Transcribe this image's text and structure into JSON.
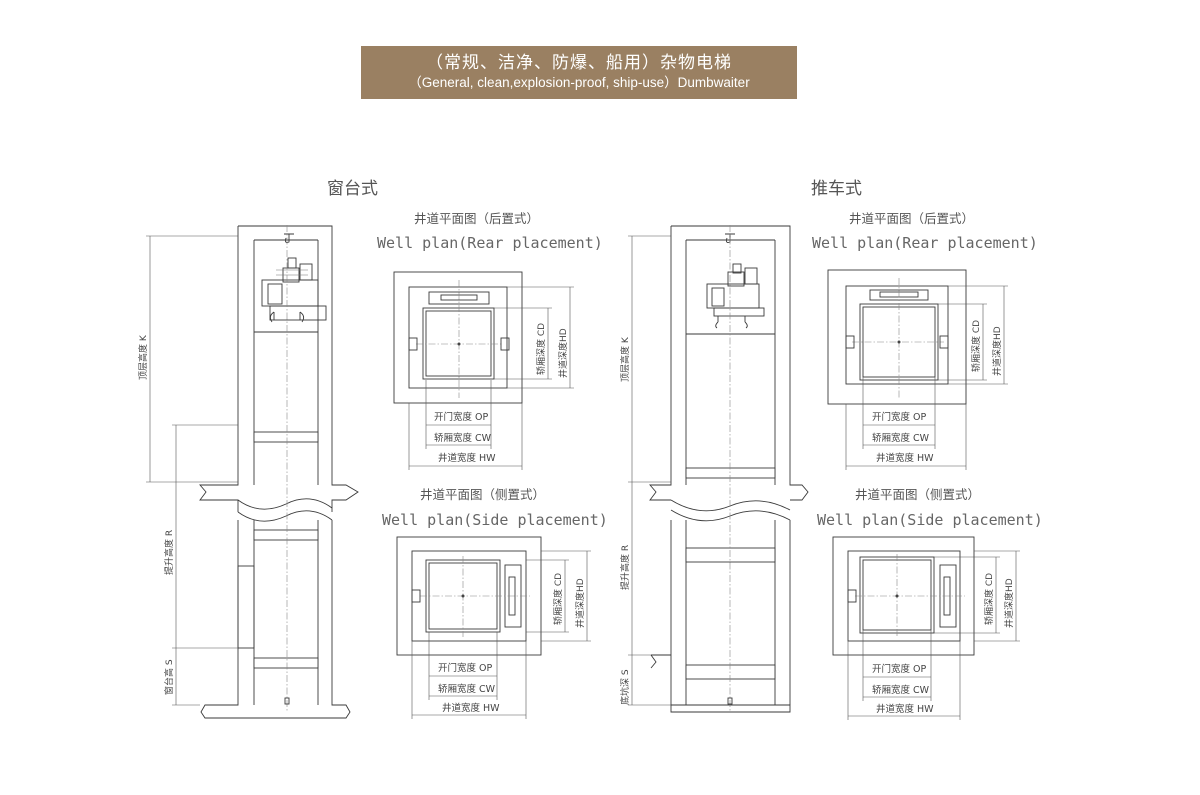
{
  "banner": {
    "title_zh": "（常规、洁净、防爆、船用）杂物电梯",
    "title_en": "（General, clean,explosion-proof, ship-use）Dumbwaiter"
  },
  "left": {
    "section_title": "窗台式",
    "elevation_labels": {
      "headroom": "顶层高度 K",
      "travel": "提升高度 R",
      "sill": "窗台高 S"
    },
    "rear_plan": {
      "title_zh": "井道平面图（后置式）",
      "title_en": "Well plan(Rear placement)",
      "dim_op": "开门宽度 OP",
      "dim_cw": "轿厢宽度 CW",
      "dim_hw": "井道宽度 HW",
      "dim_cd": "轿厢深度 CD",
      "dim_hd": "井道深度HD"
    },
    "side_plan": {
      "title_zh": "井道平面图（侧置式）",
      "title_en": "Well plan(Side placement)",
      "dim_op": "开门宽度 OP",
      "dim_cw": "轿厢宽度 CW",
      "dim_hw": "井道宽度 HW",
      "dim_cd": "轿厢深度 CD",
      "dim_hd": "井道深度HD"
    }
  },
  "right": {
    "section_title": "推车式",
    "elevation_labels": {
      "headroom": "顶层高度 K",
      "travel": "提升高度 R",
      "pit": "底坑深 S"
    },
    "rear_plan": {
      "title_zh": "井道平面图（后置式）",
      "title_en": "Well plan(Rear placement)",
      "dim_op": "开门宽度 OP",
      "dim_cw": "轿厢宽度 CW",
      "dim_hw": "井道宽度 HW",
      "dim_cd": "轿厢深度 CD",
      "dim_hd": "井道深度HD"
    },
    "side_plan": {
      "title_zh": "井道平面图（侧置式）",
      "title_en": "Well plan(Side placement)",
      "dim_op": "开门宽度 OP",
      "dim_cw": "轿厢宽度 CW",
      "dim_hw": "井道宽度 HW",
      "dim_cd": "轿厢深度 CD",
      "dim_hd": "井道深度HD"
    }
  },
  "colors": {
    "banner_bg": "#9a8062",
    "line": "#3a3a3a"
  }
}
